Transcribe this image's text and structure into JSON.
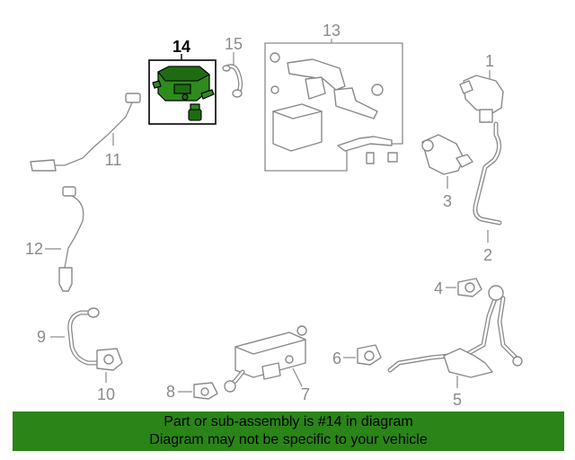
{
  "callouts": {
    "c1": "1",
    "c2": "2",
    "c3": "3",
    "c4": "4",
    "c5": "5",
    "c6": "6",
    "c7": "7",
    "c8": "8",
    "c9": "9",
    "c10": "10",
    "c11": "11",
    "c12": "12",
    "c13": "13",
    "c14": "14",
    "c15": "15"
  },
  "highlighted_part": "14",
  "colors": {
    "highlight": "#2e8b1e",
    "banner": "#2a8418",
    "linework": "#8a8a8a"
  },
  "banner": {
    "line1": "Part or sub-assembly is #14 in diagram",
    "line2": "Diagram may not be specific to your vehicle"
  }
}
